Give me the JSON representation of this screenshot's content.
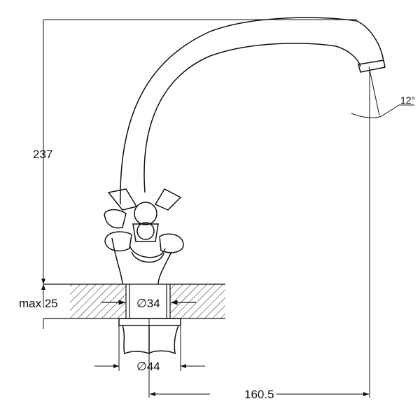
{
  "drawing": {
    "title": "Faucet technical drawing",
    "dimensions": {
      "height": "237",
      "max_thickness": "max 25",
      "hole_diameter": "∅34",
      "base_diameter": "∅44",
      "reach": "160.5",
      "spout_angle": "12°"
    }
  },
  "colors": {
    "line": "#111111",
    "background": "#ffffff"
  }
}
